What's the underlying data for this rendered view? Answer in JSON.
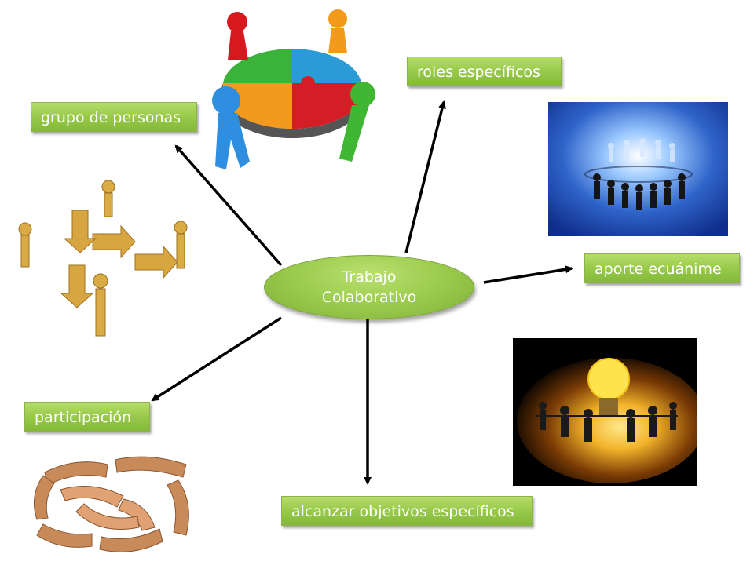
{
  "center": {
    "line1": "Trabajo",
    "line2": "Colaborativo"
  },
  "nodes": {
    "grupo": "grupo de personas",
    "roles": "roles específicos",
    "aporte": "aporte ecuánime",
    "participacion": "participación",
    "objetivos": "alcanzar objetivos específicos"
  },
  "colors": {
    "box_green": "#98c94a",
    "text": "#ffffff",
    "arrow": "#000000"
  }
}
